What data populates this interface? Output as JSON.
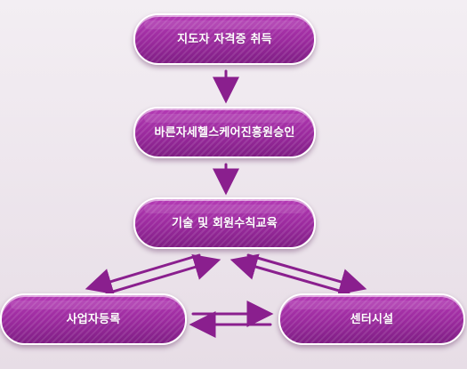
{
  "diagram": {
    "nodes": [
      {
        "id": "n1",
        "label": "지도자 자격증 취득"
      },
      {
        "id": "n2",
        "label": "바른자세헬스케어진흥원승인"
      },
      {
        "id": "n3",
        "label": "기술 및 회원수칙교육"
      },
      {
        "id": "n4",
        "label": "사업자등록"
      },
      {
        "id": "n5",
        "label": "센터시설"
      }
    ],
    "edges": [
      {
        "from": "n1",
        "to": "n2"
      },
      {
        "from": "n2",
        "to": "n3"
      },
      {
        "from": "n3",
        "to": "n4"
      },
      {
        "from": "n4",
        "to": "n3"
      },
      {
        "from": "n3",
        "to": "n5"
      },
      {
        "from": "n5",
        "to": "n3"
      },
      {
        "from": "n4",
        "to": "n5"
      },
      {
        "from": "n5",
        "to": "n4"
      }
    ],
    "colors": {
      "node_fill": "#9a2a9d",
      "node_border": "#ffffff",
      "arrow": "#8a1f8e",
      "background": "#efe8ef"
    }
  }
}
